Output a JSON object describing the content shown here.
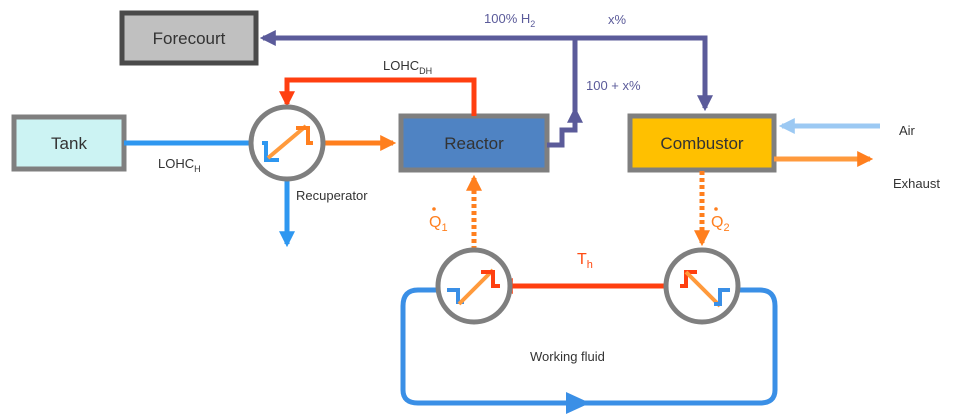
{
  "blocks": {
    "forecourt": "Forecourt",
    "tank": "Tank",
    "reactor": "Reactor",
    "combustor": "Combustor"
  },
  "streams": {
    "lohc_h": {
      "base": "LOHC",
      "sub": "H"
    },
    "lohc_dh": {
      "base": "LOHC",
      "sub": "DH"
    },
    "h2_pure": {
      "base": "100% H",
      "sub": "2"
    },
    "split": "x%",
    "recycle": "100 + x%",
    "air": "Air",
    "exhaust": "Exhaust"
  },
  "units": {
    "recuperator": "Recuperator",
    "working_fluid": "Working fluid"
  },
  "heat": {
    "q1": {
      "base": "Q",
      "sub": "1"
    },
    "q2": {
      "base": "Q",
      "sub": "2"
    },
    "th": {
      "base": "T",
      "sub": "h"
    }
  },
  "colors": {
    "h2_line": "#5b5b9a",
    "lohc_h_line": "#2e97f0",
    "lohc_dh_line": "#ff3f10",
    "heat_orange": "#ff7f1e",
    "loop_blue": "#3a8fe6",
    "air_blue": "#9cc9f3",
    "forecourt_fill": "#c0c0c0",
    "tank_fill": "#ccf3f3",
    "reactor_fill": "#4f83c3",
    "combustor_fill": "#ffc000",
    "box_border": "#7f7f7f"
  }
}
